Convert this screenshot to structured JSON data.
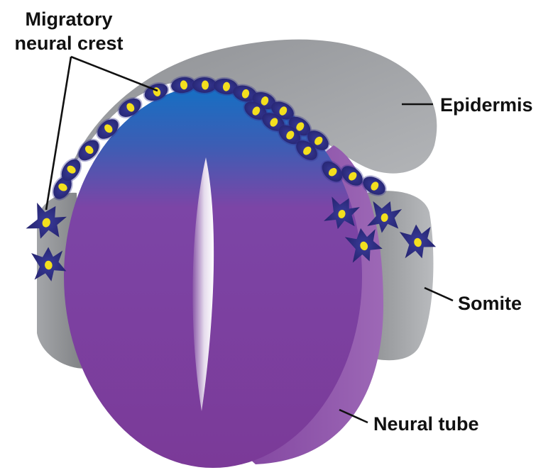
{
  "labels": {
    "migratory_line1": "Migratory",
    "migratory_line2": "neural crest",
    "epidermis": "Epidermis",
    "somite": "Somite",
    "neural_tube": "Neural tube"
  },
  "colors": {
    "neural_tube_purple": "#7b3f9b",
    "roof_blue": "#1f6fc0",
    "crest_cell": "#33328f",
    "cell_nucleus": "#f3df1e",
    "epidermis_gray": "#a9abaf",
    "somite_gray": "#8b8d90",
    "label_text": "#111111"
  }
}
